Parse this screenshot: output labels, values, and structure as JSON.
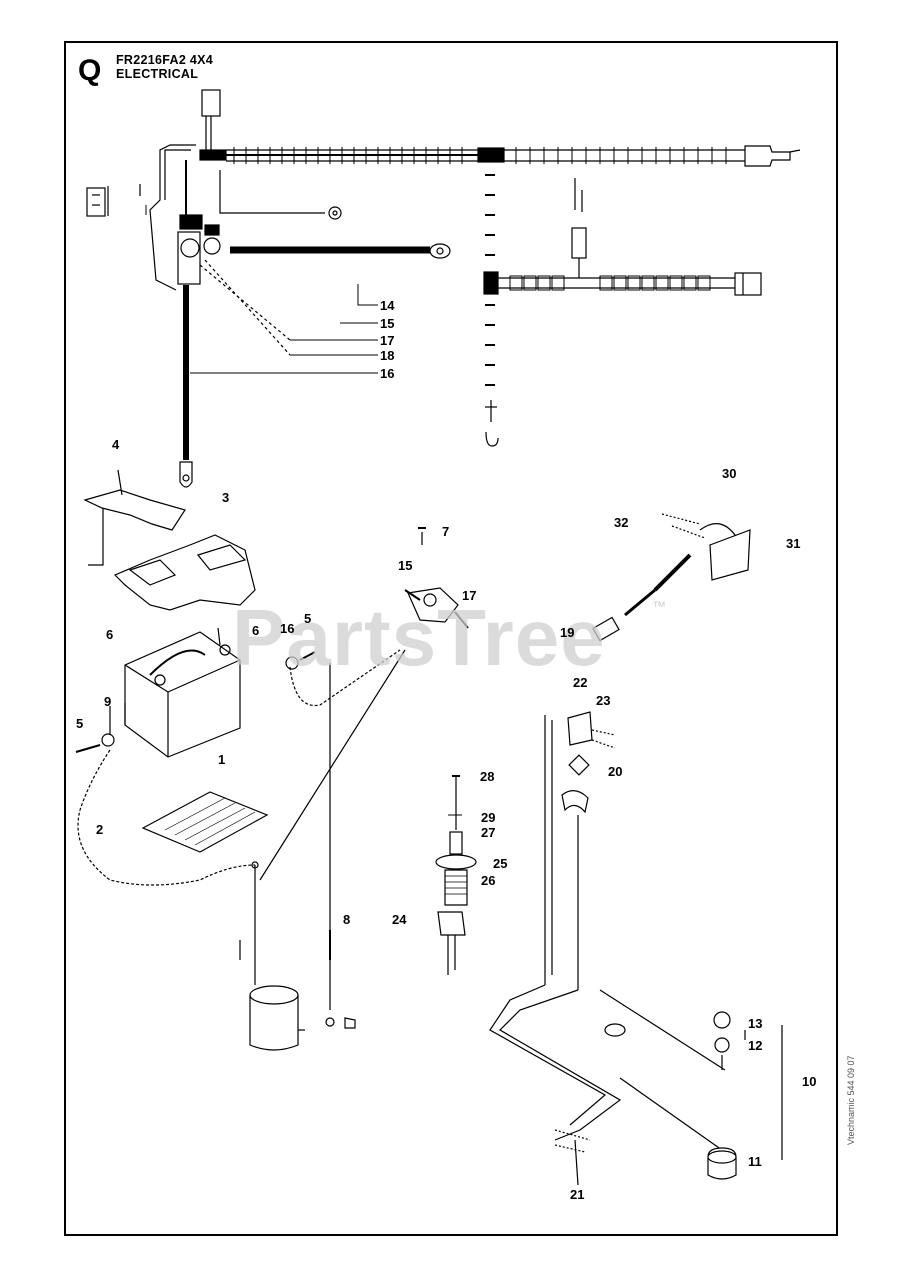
{
  "header": {
    "section_letter": "Q",
    "model": "FR2216FA2 4X4",
    "title": "ELECTRICAL"
  },
  "side_code": "Vtechnamic 544 09 07",
  "watermark": {
    "text": "PartsTree",
    "trademark": "™"
  },
  "callouts": [
    {
      "id": "c14",
      "text": "14"
    },
    {
      "id": "c15a",
      "text": "15"
    },
    {
      "id": "c17a",
      "text": "17"
    },
    {
      "id": "c18",
      "text": "18"
    },
    {
      "id": "c16a",
      "text": "16"
    },
    {
      "id": "c4",
      "text": "4"
    },
    {
      "id": "c3",
      "text": "3"
    },
    {
      "id": "c30",
      "text": "30"
    },
    {
      "id": "c32",
      "text": "32"
    },
    {
      "id": "c31",
      "text": "31"
    },
    {
      "id": "c7",
      "text": "7"
    },
    {
      "id": "c15b",
      "text": "15"
    },
    {
      "id": "c17b",
      "text": "17"
    },
    {
      "id": "c6a",
      "text": "6"
    },
    {
      "id": "c6b",
      "text": "6"
    },
    {
      "id": "c16b",
      "text": "16"
    },
    {
      "id": "c5a",
      "text": "5"
    },
    {
      "id": "c19",
      "text": "19"
    },
    {
      "id": "c22",
      "text": "22"
    },
    {
      "id": "c23",
      "text": "23"
    },
    {
      "id": "c9",
      "text": "9"
    },
    {
      "id": "c5b",
      "text": "5"
    },
    {
      "id": "c1",
      "text": "1"
    },
    {
      "id": "c20",
      "text": "20"
    },
    {
      "id": "c28",
      "text": "28"
    },
    {
      "id": "c2",
      "text": "2"
    },
    {
      "id": "c29",
      "text": "29"
    },
    {
      "id": "c27",
      "text": "27"
    },
    {
      "id": "c25",
      "text": "25"
    },
    {
      "id": "c26",
      "text": "26"
    },
    {
      "id": "c24",
      "text": "24"
    },
    {
      "id": "c8",
      "text": "8"
    },
    {
      "id": "c13",
      "text": "13"
    },
    {
      "id": "c12",
      "text": "12"
    },
    {
      "id": "c10",
      "text": "10"
    },
    {
      "id": "c11",
      "text": "11"
    },
    {
      "id": "c21",
      "text": "21"
    }
  ]
}
